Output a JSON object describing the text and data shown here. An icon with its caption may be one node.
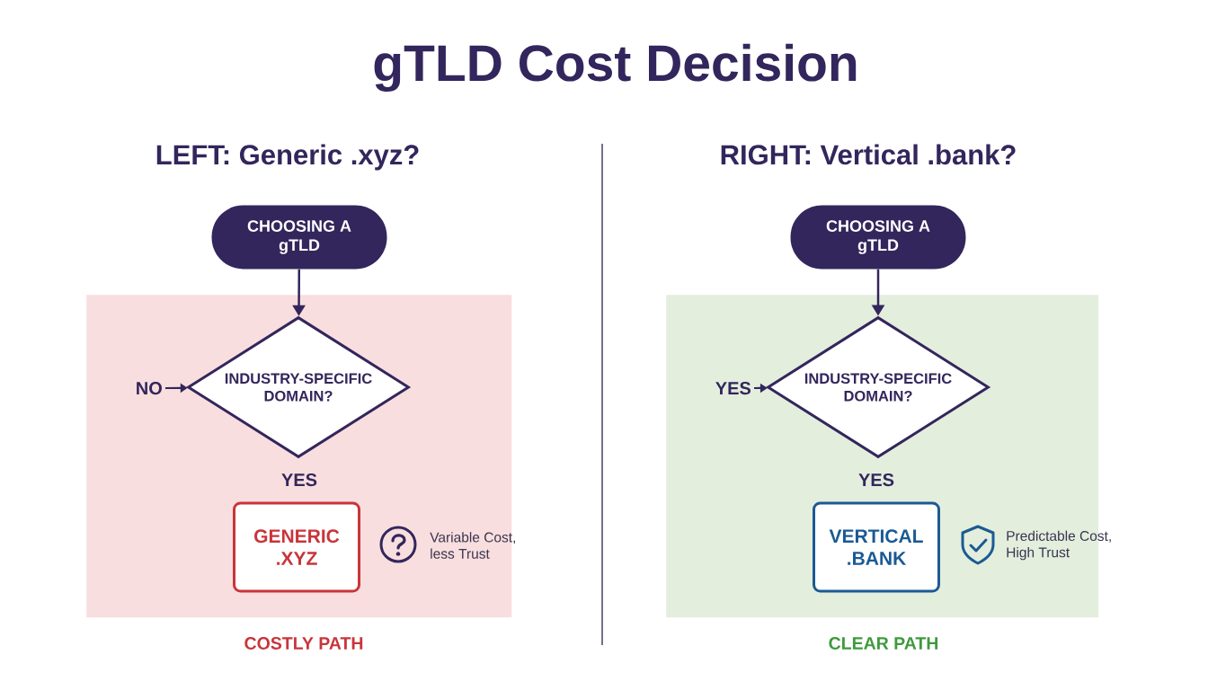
{
  "diagram": {
    "title": "gTLD Cost Decision",
    "nodes": [
      {
        "text": [
          "CHOOSING A gTLD"
        ]
      },
      {
        "text": [
          "COSTLY PATH"
        ]
      },
      {
        "text": [
          "INDUSTRY-SPECIFIC DOMAIN?"
        ],
        "in": 1
      },
      {
        "text": [
          "GENERIC .XYZ"
        ],
        "in": 1
      },
      {
        "text": [
          "CHOOSING A gTLD"
        ]
      },
      {
        "text": [
          "CLEAR PATH"
        ]
      },
      {
        "text": [
          "INDUSTRY-SPECIFIC DOMAIN?"
        ],
        "in": 5
      },
      {
        "text": [
          "VERTICAL .BANK"
        ],
        "in": 5
      }
    ],
    "edges": [
      {
        "from": 0,
        "to": 2,
        "arrow": "to"
      },
      {
        "from": null,
        "to": 2,
        "arrow": "to",
        "label": "NO"
      },
      {
        "from": 4,
        "to": 6,
        "arrow": "to"
      },
      {
        "from": null,
        "to": 6,
        "arrow": "to",
        "label": "YES"
      }
    ],
    "labels": [
      "LEFT: Generic .xyz?",
      "RIGHT: Vertical .bank?",
      "YES",
      "YES",
      "Variable Cost, less Trust",
      "Predictable Cost, High Trust"
    ]
  }
}
